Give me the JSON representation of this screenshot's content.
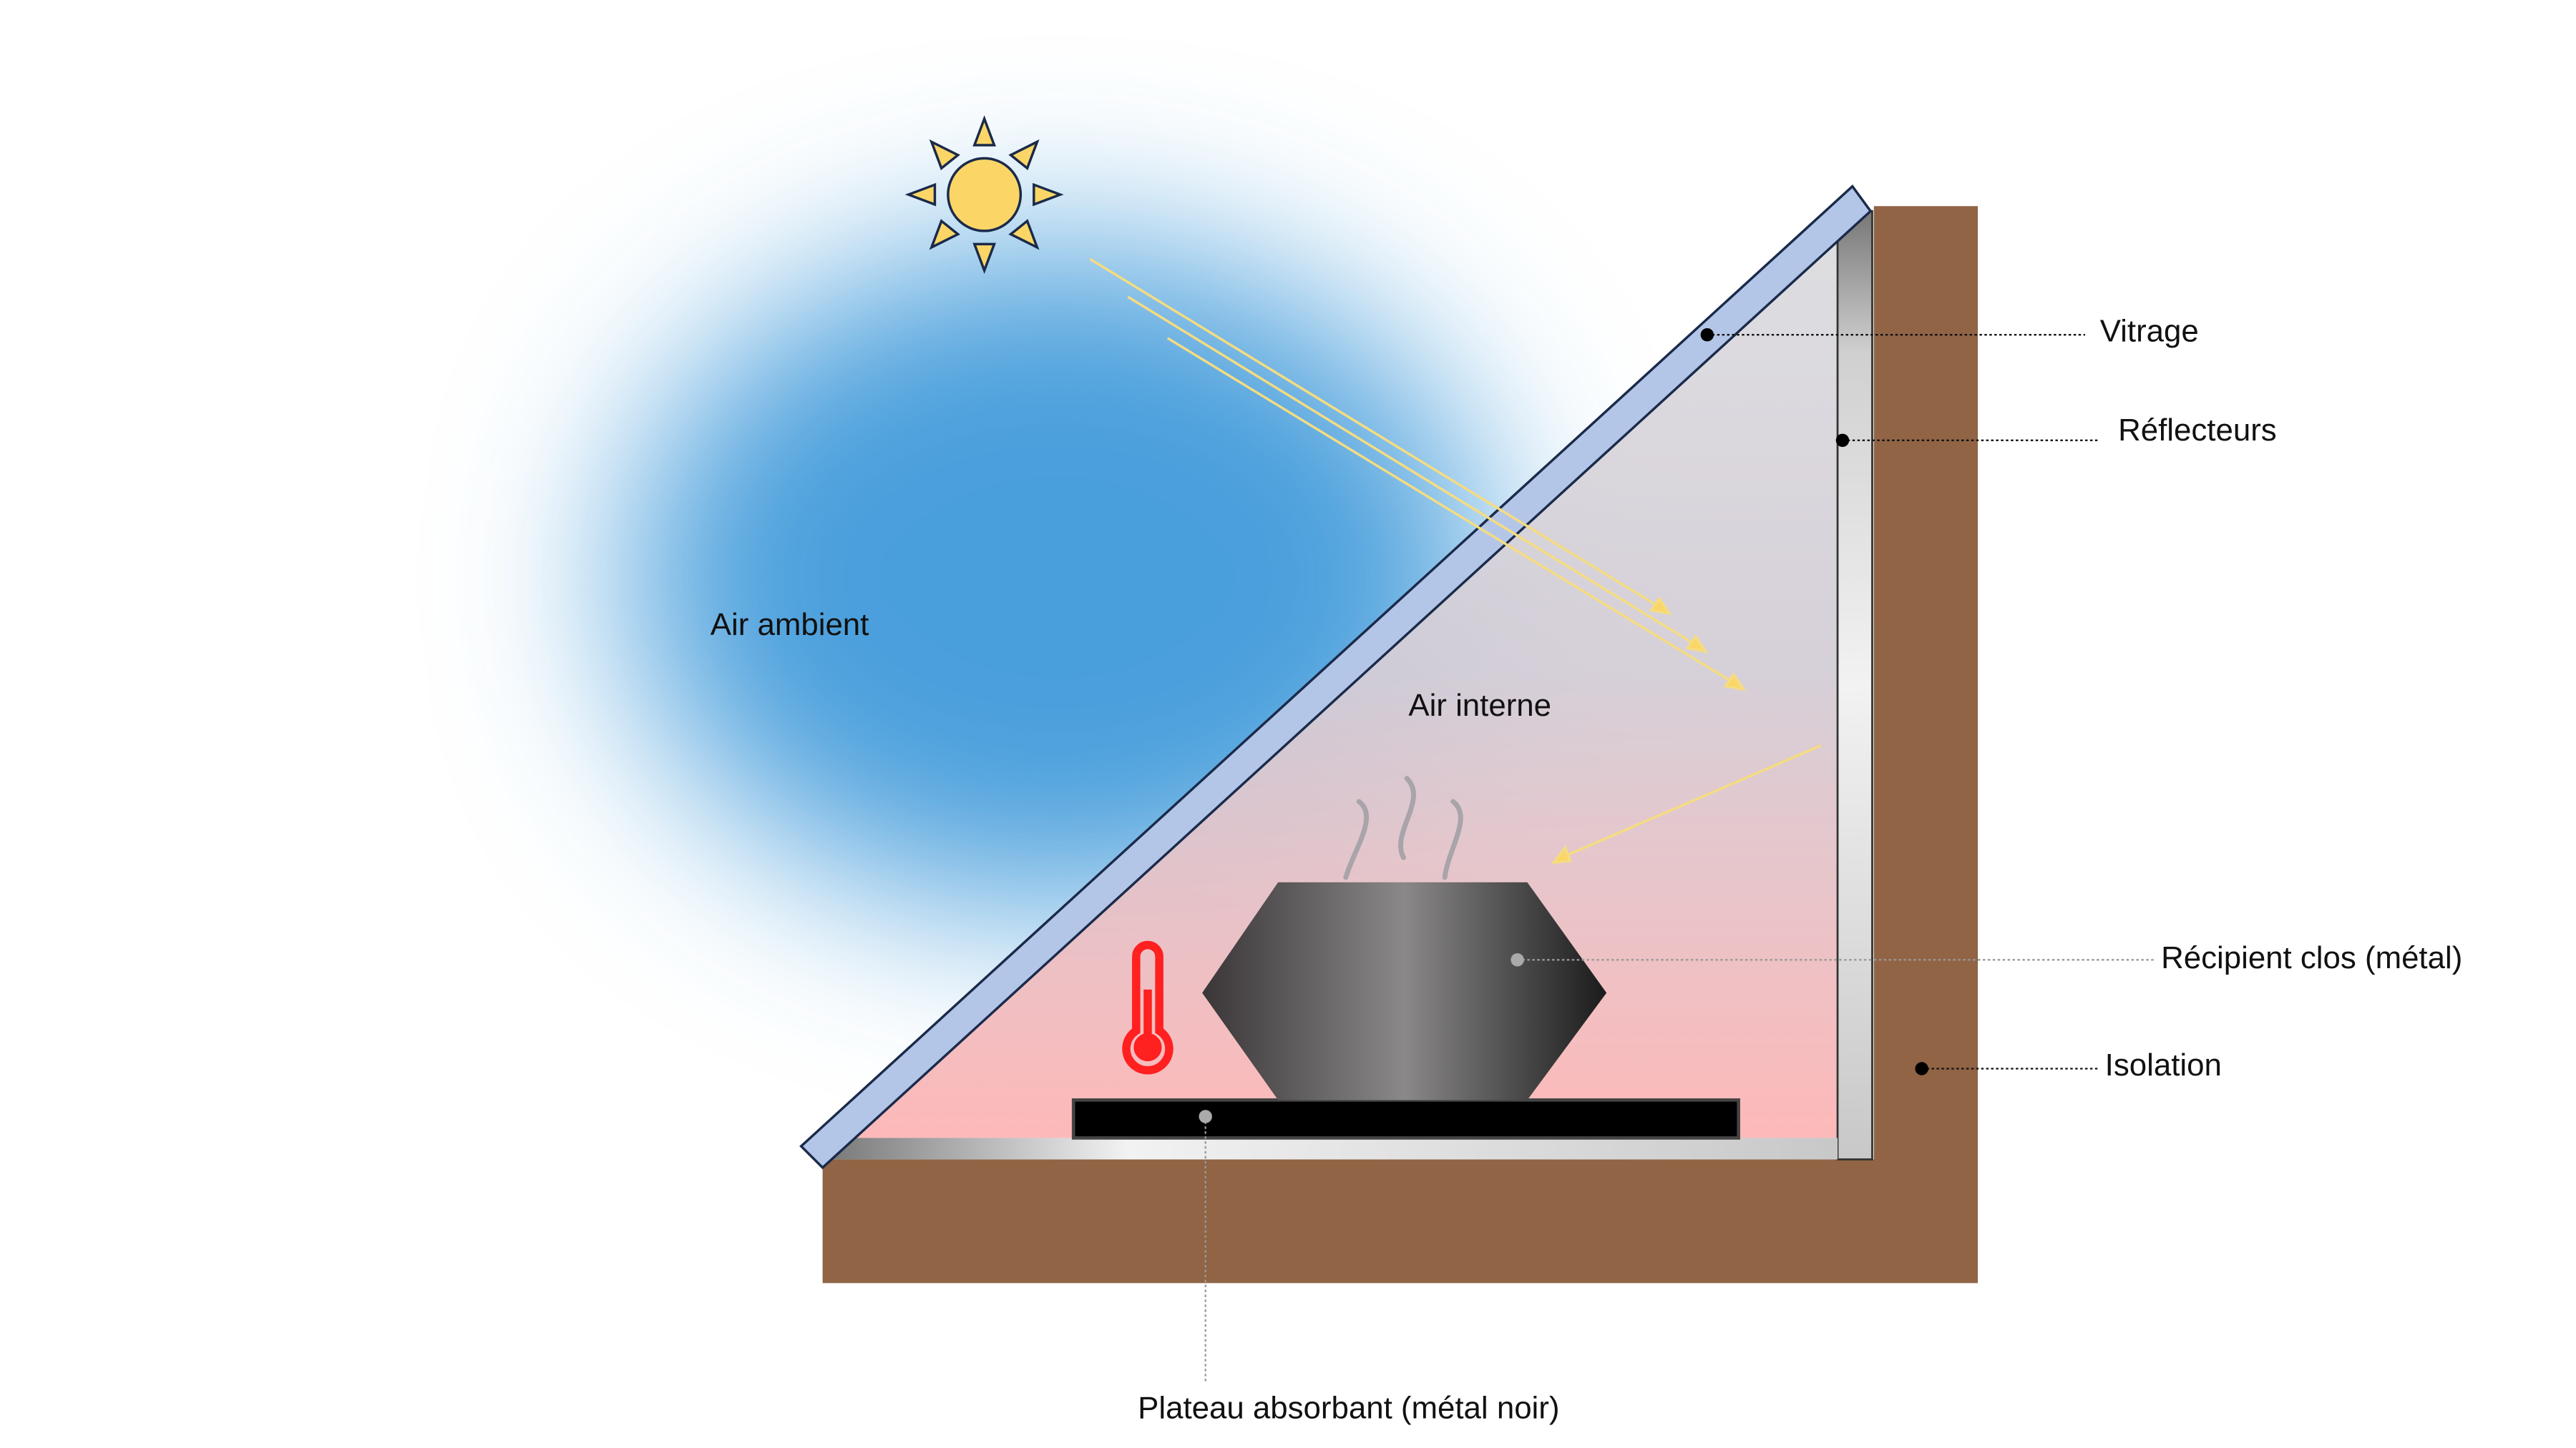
{
  "labels": {
    "glazing": "Vitrage",
    "reflectors": "Réflecteurs",
    "ambient_air": "Air ambient",
    "internal_air": "Air interne",
    "container": "Récipient clos (métal)",
    "insulation": "Isolation",
    "absorber": "Plateau absorbant (métal noir)"
  },
  "colors": {
    "sky": "#4a9fdc",
    "insulation": "#906445",
    "glass": "#b4c6e8",
    "sun": "#fbd666",
    "thermometer": "#ff2020",
    "ray": "#f5dc80"
  }
}
